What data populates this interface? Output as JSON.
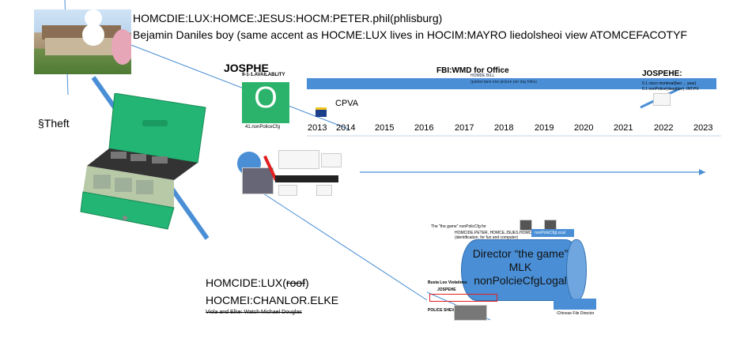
{
  "header": {
    "line1": "HOMCDIE:LUX:HOMCE:JESUS:HOCM:PETER.phil(phlisburg)",
    "line2": "Bejamin Daniles boy (same accent as HOCME:LUX lives in HOCIM:MAYRO liedolsheoi view ATOMCEFACOTYF"
  },
  "left": {
    "theft_label": "§Theft"
  },
  "timeline": {
    "title_left": "JOSPHE",
    "availability": "9-1-1.AVAILABLITY",
    "tile_letter": "O",
    "tile_caption": "41.nonPoliceCfg",
    "bar_title": "FBI:WMD for Office",
    "bar_sub1": "HOMDE BILL",
    "bar_sub2": "(parker.tans one picture per day folks)",
    "title_right": "JOSPEHE:",
    "right_note1": "0.1 cisco montreal(two ... year)",
    "right_note2": "0.1 nonPolice(daughter) .INT.PX",
    "cpva": "CPVA",
    "years": [
      "2013",
      "2014",
      "2015",
      "2016",
      "2017",
      "2018",
      "2019",
      "2020",
      "2021",
      "2022",
      "2023"
    ]
  },
  "bottom_left": {
    "line1": "HOMCIDE:LUX(",
    "line1_strike": "roof",
    "line1_end": ")",
    "line2": "HOCMEI:CHANLOR.ELKE",
    "line3": "Viola and Elke: Watch Michael Douglas"
  },
  "cylinder": {
    "top_note": "The \"the game\" nonPolicCfg for",
    "id_line": "HOMCIDE.PETER, HOMCE.JSUES.HOMCE.PETER",
    "id_line2": "(identification, for fun and computer)",
    "badge": "nonPolicCfgLocal",
    "line1": "Director “the game”",
    "line2": "MLK",
    "line3": "nonPolcieCfgLogal",
    "side1": "Busta Loo Violations",
    "side2": "JOSPEHE",
    "side3": "POLICE SHEVS",
    "small_box_label": "-Chinese File Director"
  },
  "colors": {
    "accent_blue": "#4a8fd6",
    "green": "#2cb36b"
  }
}
